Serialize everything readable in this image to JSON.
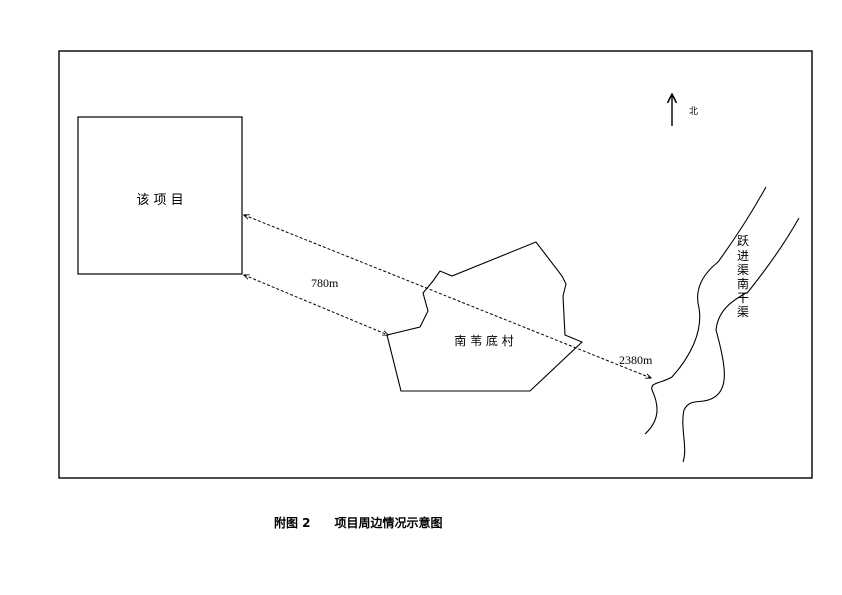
{
  "diagram": {
    "project_label": "该 项 目",
    "village_label": "南 苇 底 村",
    "canal_label_chars": [
      "跃",
      "进",
      "渠",
      "南",
      "干",
      "渠"
    ],
    "north_label": "北",
    "dist_village": "780m",
    "dist_canal": "2380m"
  },
  "caption": {
    "figure_number": "附图 2",
    "title": "项目周边情况示意图"
  }
}
